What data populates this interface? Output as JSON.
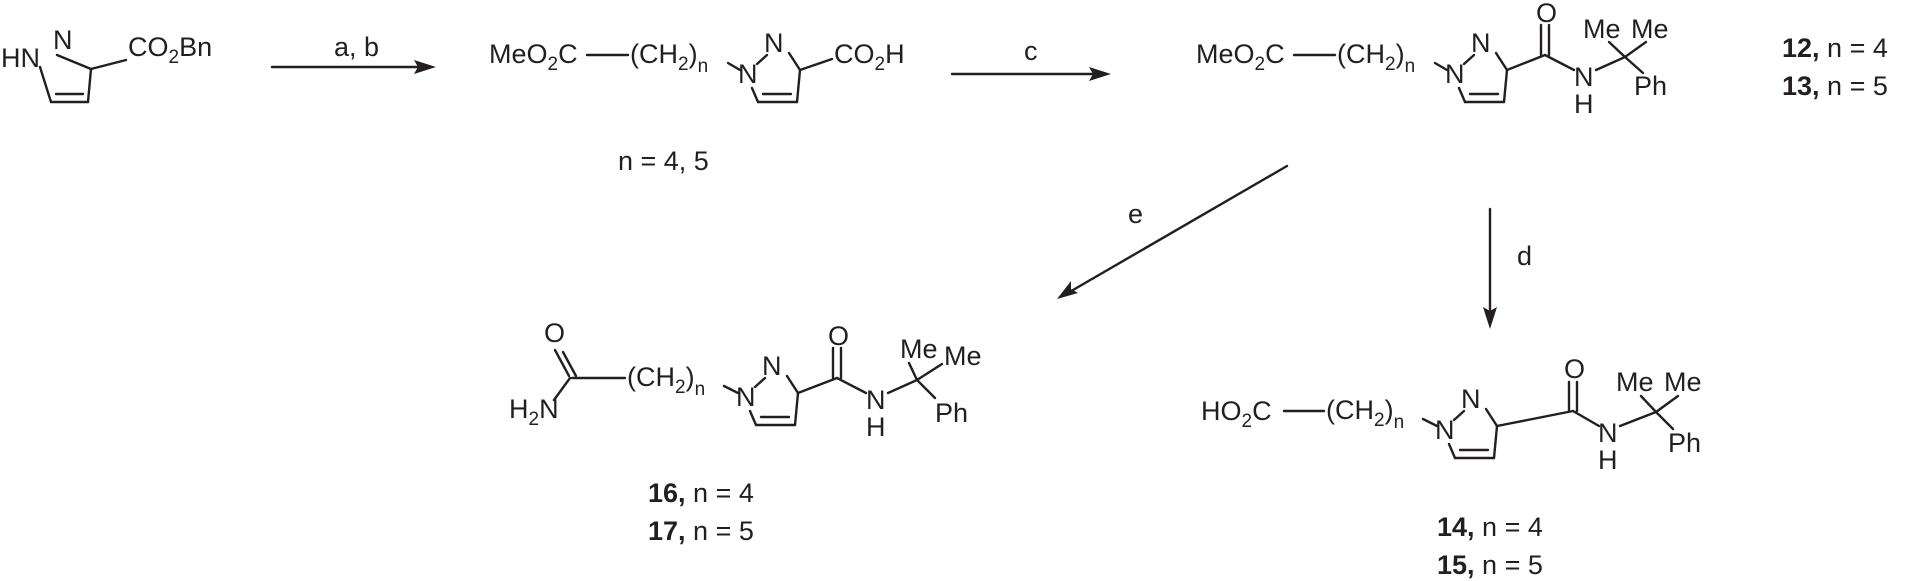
{
  "sm": {
    "hn": "HN",
    "n": "N",
    "ester": "CO",
    "ester_sub": "2",
    "ester_tail": "Bn"
  },
  "arrows": {
    "ab": "a, b",
    "c": "c",
    "d": "d",
    "e": "e"
  },
  "acid": {
    "meo2c": "MeO",
    "meo2c_sub": "2",
    "meo2c_tail": "C",
    "ch2_open": "(CH",
    "ch2_sub": "2",
    "ch2_close": ")",
    "n_sub": "n",
    "n1": "N",
    "n2": "N",
    "co2h": "CO",
    "co2h_sub": "2",
    "co2h_tail": "H",
    "caption": "n = 4, 5"
  },
  "amide_ester": {
    "meo2c": "MeO",
    "meo2c_sub": "2",
    "meo2c_tail": "C",
    "ch2_open": "(CH",
    "ch2_sub": "2",
    "ch2_close": ")",
    "n_sub": "n",
    "n1": "N",
    "n2": "N",
    "o": "O",
    "nh_n": "N",
    "nh_h": "H",
    "me1": "Me",
    "me2": "Me",
    "ph": "Ph",
    "lbl1_num": "12,",
    "lbl1_txt": " n = 4",
    "lbl2_num": "13,",
    "lbl2_txt": " n = 5"
  },
  "diamide": {
    "o1": "O",
    "h2n": "H",
    "h2n_sub": "2",
    "h2n_tail": "N",
    "ch2_open": "(CH",
    "ch2_sub": "2",
    "ch2_close": ")",
    "n_sub": "n",
    "n1": "N",
    "n2": "N",
    "o2": "O",
    "nh_n": "N",
    "nh_h": "H",
    "me1": "Me",
    "me2": "Me",
    "ph": "Ph",
    "lbl1_num": "16,",
    "lbl1_txt": " n = 4",
    "lbl2_num": "17,",
    "lbl2_txt": " n = 5"
  },
  "acid_amide": {
    "ho2c": "HO",
    "ho2c_sub": "2",
    "ho2c_tail": "C",
    "ch2_open": "(CH",
    "ch2_sub": "2",
    "ch2_close": ")",
    "n_sub": "n",
    "n1": "N",
    "n2": "N",
    "o": "O",
    "nh_n": "N",
    "nh_h": "H",
    "me1": "Me",
    "me2": "Me",
    "ph": "Ph",
    "lbl1_num": "14,",
    "lbl1_txt": " n = 4",
    "lbl2_num": "15,",
    "lbl2_txt": " n = 5"
  }
}
